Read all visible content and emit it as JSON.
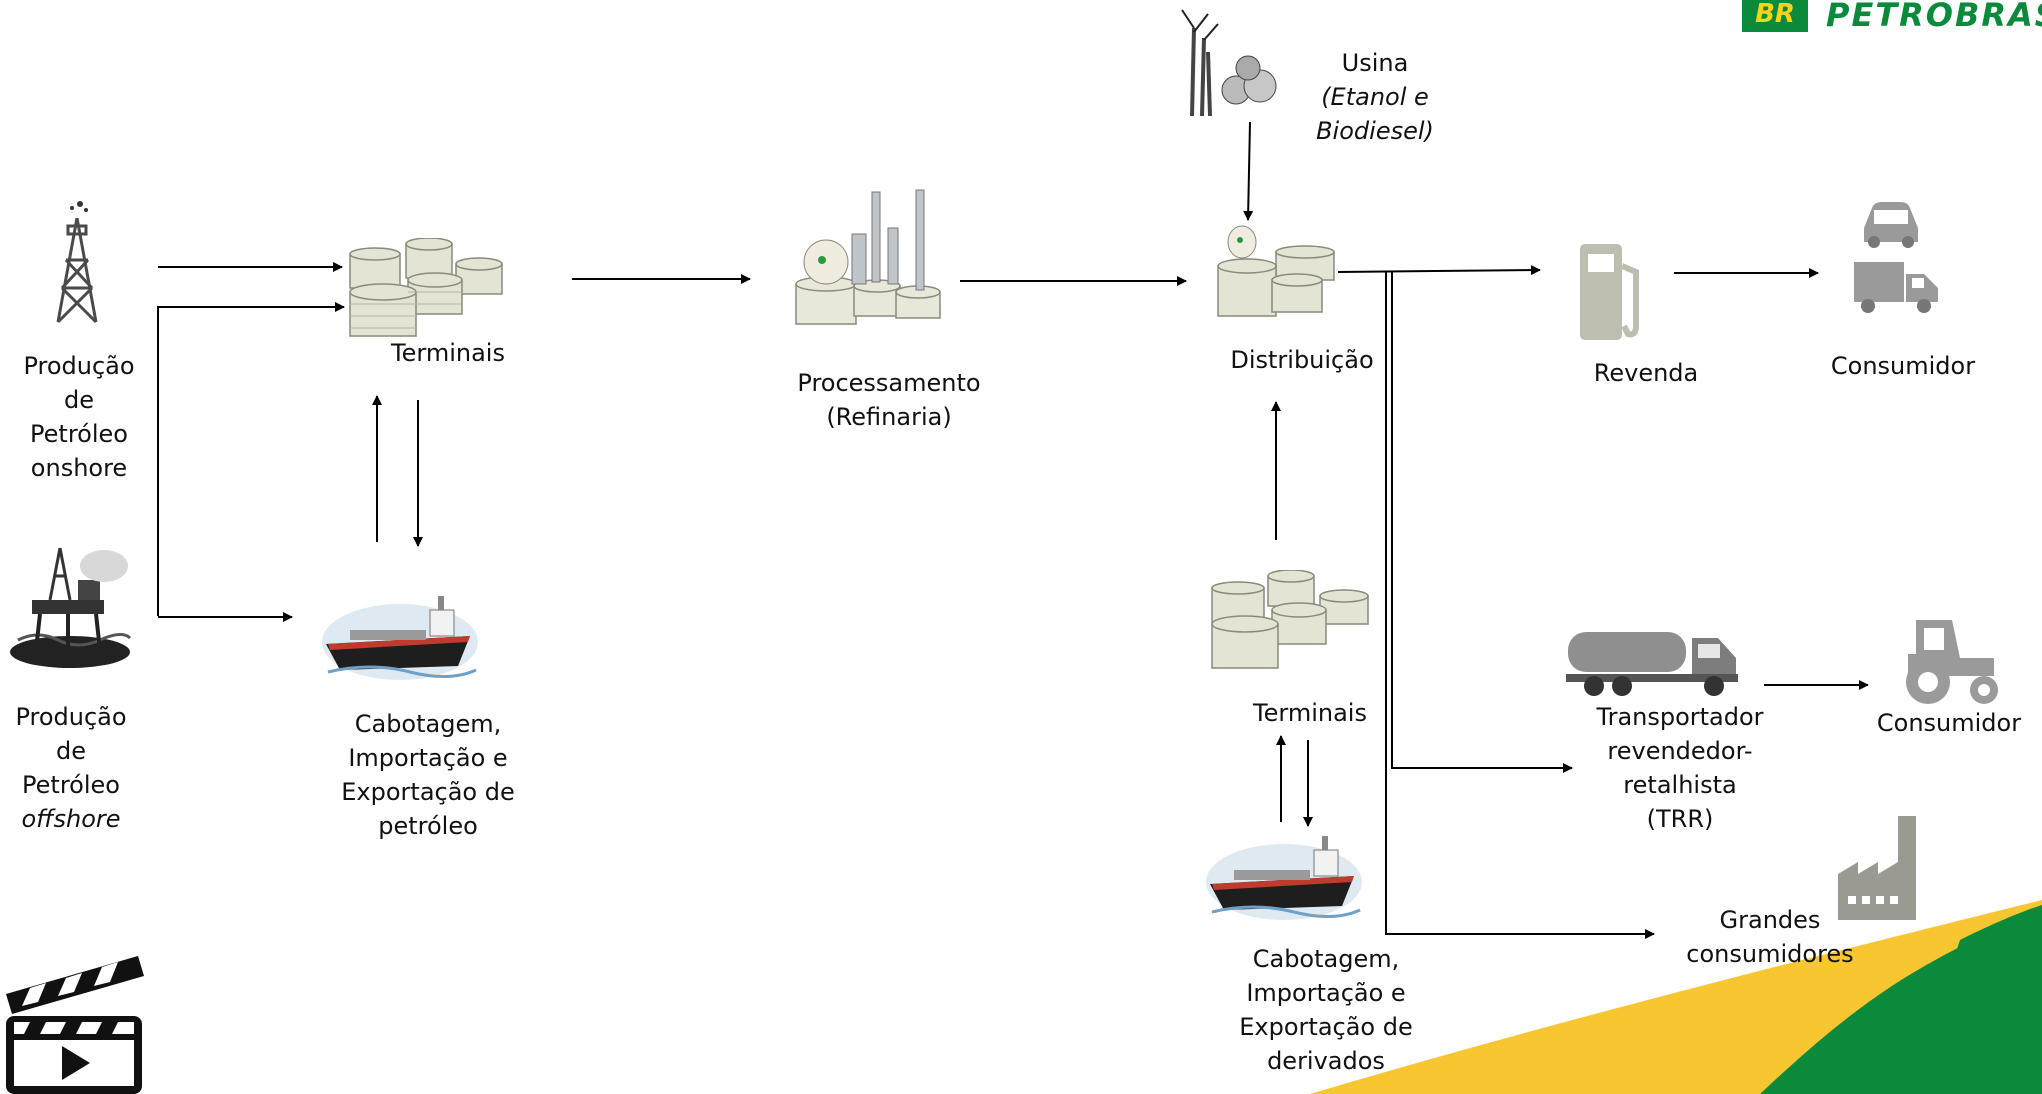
{
  "brand": {
    "badge": "BR",
    "name": "PETROBRAS"
  },
  "colors": {
    "brand_green": "#0a8a3a",
    "brand_yellow": "#f8c630",
    "icon_gray": "#8a8a8a"
  },
  "nodes": {
    "onshore": {
      "l1": "Produção",
      "l2": "de",
      "l3": "Petróleo",
      "l4": "onshore"
    },
    "offshore": {
      "l1": "Produção",
      "l2": "de",
      "l3": "Petróleo",
      "l4": "offshore"
    },
    "terminais_1": {
      "label": "Terminais"
    },
    "cabotagem_1": {
      "l1": "Cabotagem,",
      "l2": "Importação e",
      "l3": "Exportação de",
      "l4": "petróleo"
    },
    "refinaria": {
      "l1": "Processamento",
      "l2": "(Refinaria)"
    },
    "usina": {
      "l1": "Usina",
      "l2": "(Etanol e",
      "l3": "Biodiesel)"
    },
    "distribuicao": {
      "label": "Distribuição"
    },
    "terminais_2": {
      "label": "Terminais"
    },
    "cabotagem_2": {
      "l1": "Cabotagem,",
      "l2": "Importação e",
      "l3": "Exportação de",
      "l4": "derivados"
    },
    "revenda": {
      "label": "Revenda"
    },
    "consumidor_1": {
      "label": "Consumidor"
    },
    "trr": {
      "l1": "Transportador",
      "l2": "revendedor-",
      "l3": "retalhista",
      "l4": "(TRR)"
    },
    "consumidor_2": {
      "label": "Consumidor"
    },
    "grandes": {
      "l1": "Grandes",
      "l2": "consumidores"
    }
  },
  "icons": [
    "oil-derrick-icon",
    "offshore-platform-icon",
    "storage-tanks-icon",
    "tanker-ship-icon",
    "refinery-icon",
    "sugarcane-icon",
    "fuel-pump-icon",
    "car-icon",
    "truck-icon",
    "tank-truck-icon",
    "tractor-icon",
    "factory-icon",
    "video-clapper-icon"
  ]
}
